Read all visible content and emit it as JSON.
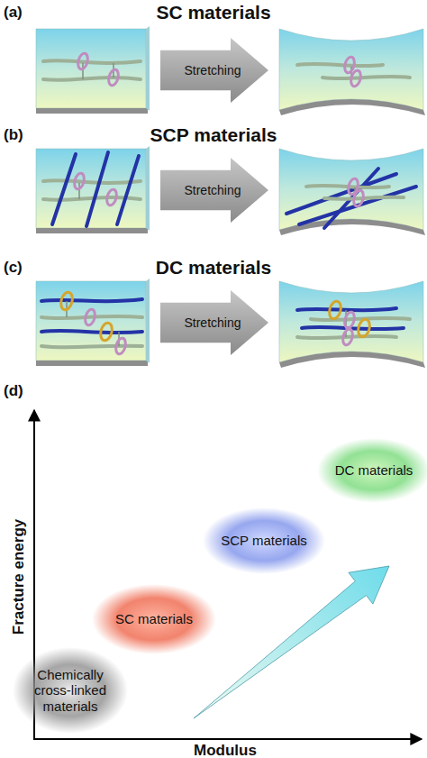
{
  "diagram": {
    "nodes": [
      {
        "text": [
          "Stretching"
        ]
      },
      {
        "text": [
          "Stretching"
        ]
      },
      {
        "text": [
          "Stretching"
        ]
      },
      {
        "text": [
          "DC materials"
        ]
      },
      {
        "text": [
          "SCP materials"
        ]
      },
      {
        "text": [
          "SC materials"
        ]
      },
      {
        "text": [
          "Chemically cross-linked materials"
        ]
      }
    ],
    "labels": [
      "(a)",
      "SC materials",
      "(b)",
      "SCP materials",
      "(c)",
      "DC materials",
      "(d)",
      "Fracture energy",
      "Modulus"
    ]
  }
}
